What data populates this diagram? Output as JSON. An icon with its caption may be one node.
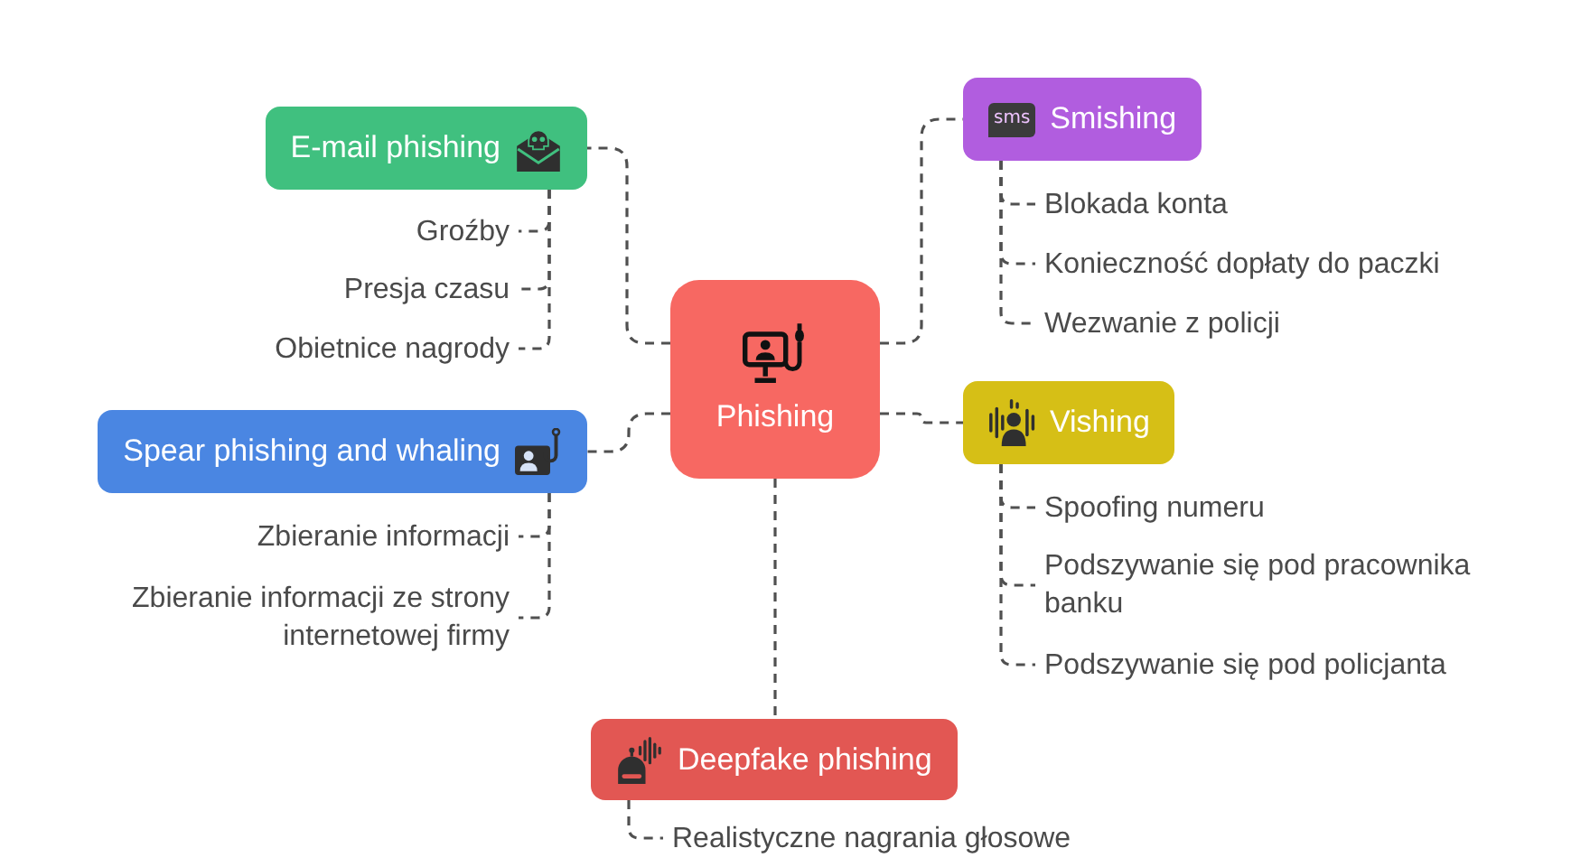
{
  "diagram": {
    "nodes": [
      {
        "text": [
          "Phishing"
        ]
      },
      {
        "text": [
          "E-mail phishing"
        ]
      },
      {
        "text": [
          "Groźby"
        ]
      },
      {
        "text": [
          "Presja czasu"
        ]
      },
      {
        "text": [
          "Obietnice nagrody"
        ]
      },
      {
        "text": [
          "Smishing"
        ]
      },
      {
        "text": [
          "Blokada konta"
        ]
      },
      {
        "text": [
          "Konieczność dopłaty do paczki"
        ]
      },
      {
        "text": [
          "Wezwanie z policji"
        ]
      },
      {
        "text": [
          "Spear phishing and whaling"
        ]
      },
      {
        "text": [
          "Zbieranie informacji"
        ]
      },
      {
        "text": [
          "Zbieranie informacji ze strony internetowej firmy"
        ]
      },
      {
        "text": [
          "Vishing"
        ]
      },
      {
        "text": [
          "Spoofing numeru"
        ]
      },
      {
        "text": [
          "Podszywanie się pod pracownika banku"
        ]
      },
      {
        "text": [
          "Podszywanie się pod policjanta"
        ]
      },
      {
        "text": [
          "Deepfake phishing"
        ]
      },
      {
        "text": [
          "Realistyczne nagrania głosowe"
        ]
      }
    ],
    "edges": [
      {
        "from": 0,
        "to": 1,
        "arrow": "none",
        "style": "dashed"
      },
      {
        "from": 1,
        "to": 2,
        "arrow": "none",
        "style": "dashed"
      },
      {
        "from": 1,
        "to": 3,
        "arrow": "none",
        "style": "dashed"
      },
      {
        "from": 1,
        "to": 4,
        "arrow": "none",
        "style": "dashed"
      },
      {
        "from": 0,
        "to": 5,
        "arrow": "none",
        "style": "dashed"
      },
      {
        "from": 5,
        "to": 6,
        "arrow": "none",
        "style": "dashed"
      },
      {
        "from": 5,
        "to": 7,
        "arrow": "none",
        "style": "dashed"
      },
      {
        "from": 5,
        "to": 8,
        "arrow": "none",
        "style": "dashed"
      },
      {
        "from": 0,
        "to": 9,
        "arrow": "none",
        "style": "dashed"
      },
      {
        "from": 9,
        "to": 10,
        "arrow": "none",
        "style": "dashed"
      },
      {
        "from": 9,
        "to": 11,
        "arrow": "none",
        "style": "dashed"
      },
      {
        "from": 0,
        "to": 12,
        "arrow": "none",
        "style": "dashed"
      },
      {
        "from": 12,
        "to": 13,
        "arrow": "none",
        "style": "dashed"
      },
      {
        "from": 12,
        "to": 14,
        "arrow": "none",
        "style": "dashed"
      },
      {
        "from": 12,
        "to": 15,
        "arrow": "none",
        "style": "dashed"
      },
      {
        "from": 0,
        "to": 16,
        "arrow": "none",
        "style": "dashed"
      },
      {
        "from": 16,
        "to": 17,
        "arrow": "none",
        "style": "dashed"
      }
    ],
    "labels": [
      "sms"
    ]
  }
}
